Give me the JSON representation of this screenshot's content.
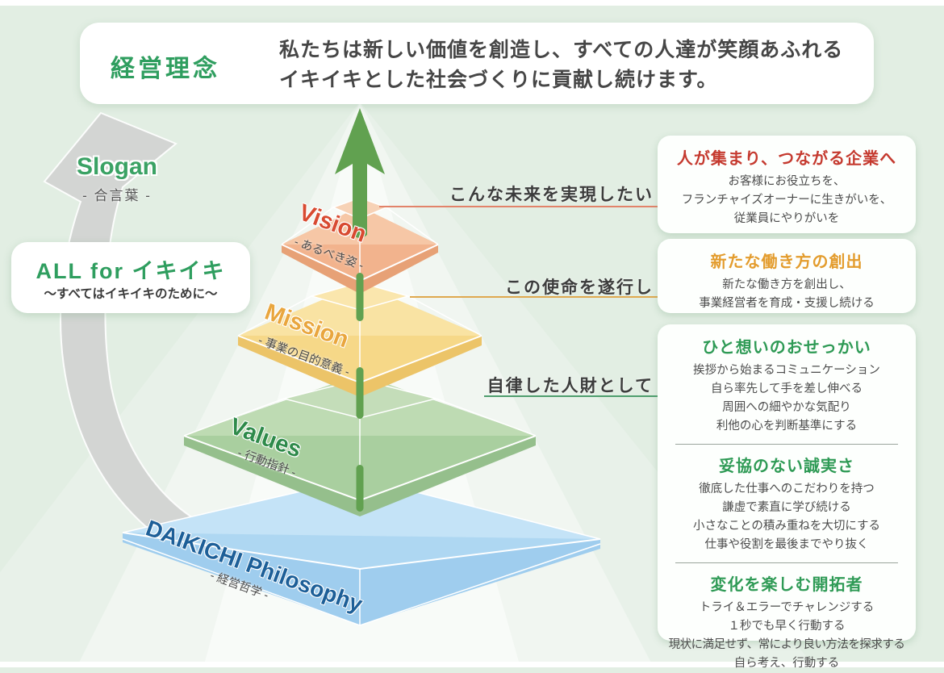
{
  "header": {
    "title": "経営理念",
    "statement_line1": "私たちは新しい価値を創造し、すべての人達が笑顔あふれる",
    "statement_line2": "イキイキとした社会づくりに貢献し続けます。"
  },
  "slogan": {
    "label": "Slogan",
    "sublabel": "- 合言葉 -",
    "phrase": "ALL for イキイキ",
    "phrase_sub": "〜すべてはイキイキのために〜"
  },
  "pyramid": {
    "tiers": [
      {
        "name": "Vision",
        "sub": "- あるべき姿 -",
        "color": "#f2b38d",
        "label_color": "#d84a31"
      },
      {
        "name": "Mission",
        "sub": "- 事業の目的意義 -",
        "color": "#f6d888",
        "label_color": "#e9a63e"
      },
      {
        "name": "Values",
        "sub": "- 行動指針 -",
        "color": "#a9cf9f",
        "label_color": "#2e8a4a"
      },
      {
        "name": "DAIKICHI Philosophy",
        "sub": "- 経営哲学 -",
        "color": "#aed7f2",
        "label_color": "#1d5f98"
      }
    ],
    "arrow_color": "#61a150"
  },
  "annotations": [
    {
      "text": "こんな未来を実現したい",
      "line_color": "#e2836a"
    },
    {
      "text": "この使命を遂行し",
      "line_color": "#dfa94f"
    },
    {
      "text": "自律した人財として",
      "line_color": "#4f9e6e"
    }
  ],
  "right_panels": [
    {
      "title": "人が集まり、つながる企業へ",
      "title_color": "#c53a2f",
      "lines": [
        "お客様にお役立ちを、",
        "フランチャイズオーナーに生きがいを、",
        "従業員にやりがいを"
      ]
    },
    {
      "title": "新たな働き方の創出",
      "title_color": "#e39c2d",
      "lines": [
        "新たな働き方を創出し、",
        "事業経営者を育成・支援し続ける"
      ]
    },
    {
      "title_color": "#2e9a55",
      "sections": [
        {
          "title": "ひと想いのおせっかい",
          "lines": [
            "挨拶から始まるコミュニケーション",
            "自ら率先して手を差し伸べる",
            "周囲への細やかな気配り",
            "利他の心を判断基準にする"
          ]
        },
        {
          "title": "妥協のない誠実さ",
          "lines": [
            "徹底した仕事へのこだわりを持つ",
            "謙虚で素直に学び続ける",
            "小さなことの積み重ねを大切にする",
            "仕事や役割を最後までやり抜く"
          ]
        },
        {
          "title": "変化を楽しむ開拓者",
          "lines": [
            "トライ＆エラーでチャレンジする",
            "１秒でも早く行動する",
            "現状に満足せず、常により良い方法を探求する",
            "自ら考え、行動する"
          ]
        }
      ]
    }
  ]
}
